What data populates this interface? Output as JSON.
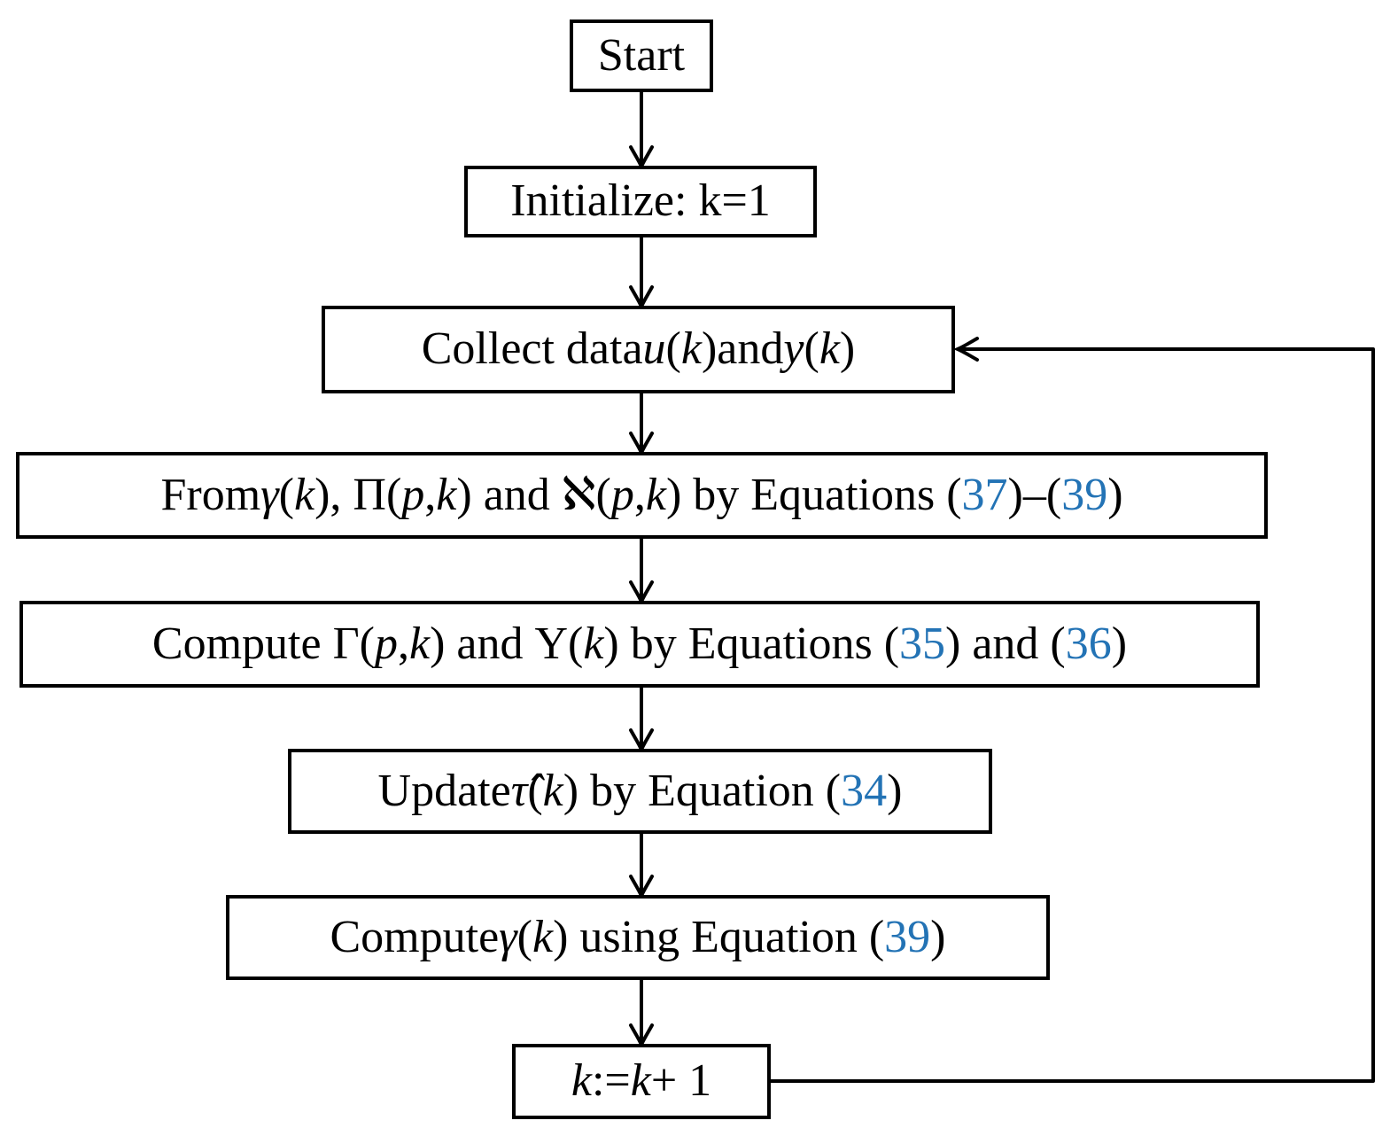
{
  "figure": {
    "type": "flowchart",
    "background": "#ffffff"
  },
  "colors": {
    "equation_link": "#2373b5",
    "line": "#000000",
    "box_border": "#000000",
    "box_fill": "#ffffff",
    "text": "#000000"
  },
  "nodes": {
    "start": {
      "label": "Start",
      "segments": [
        {
          "t": "Start",
          "s": "rm"
        }
      ]
    },
    "initialize": {
      "label": "Initialize: k=1",
      "segments": [
        {
          "t": "Initialize: k=1",
          "s": "rm"
        }
      ]
    },
    "collect": {
      "label": "Collect data u(k) and y(k)",
      "segments": [
        {
          "t": "Collect data ",
          "s": "rm"
        },
        {
          "t": "u",
          "s": "it"
        },
        {
          "t": "(",
          "s": "rm"
        },
        {
          "t": "k",
          "s": "it"
        },
        {
          "t": ")",
          "s": "rm"
        },
        {
          "t": " and ",
          "s": "rm"
        },
        {
          "t": "y",
          "s": "it"
        },
        {
          "t": "(",
          "s": "rm"
        },
        {
          "t": "k",
          "s": "it"
        },
        {
          "t": ")",
          "s": "rm"
        }
      ]
    },
    "from_eq": {
      "label": "From γ(k), Π(p,k) and ℵ(p,k) by Equations (37)–(39)",
      "segments": [
        {
          "t": "From ",
          "s": "rm"
        },
        {
          "t": "γ",
          "s": "it"
        },
        {
          "t": "(",
          "s": "rm"
        },
        {
          "t": "k",
          "s": "it"
        },
        {
          "t": "), Π(",
          "s": "rm"
        },
        {
          "t": "p",
          "s": "it"
        },
        {
          "t": ",",
          "s": "rm"
        },
        {
          "t": "k",
          "s": "it"
        },
        {
          "t": ") and ℵ(",
          "s": "rm"
        },
        {
          "t": "p",
          "s": "it"
        },
        {
          "t": ",",
          "s": "rm"
        },
        {
          "t": "k",
          "s": "it"
        },
        {
          "t": ") by Equations (",
          "s": "rm"
        },
        {
          "t": "37",
          "s": "blue"
        },
        {
          "t": ")–(",
          "s": "rm"
        },
        {
          "t": "39",
          "s": "blue"
        },
        {
          "t": ")",
          "s": "rm"
        }
      ]
    },
    "compute_gamma_upsilon": {
      "label": "Compute Γ(p,k) and Υ(k) by Equations (35) and (36)",
      "segments": [
        {
          "t": "Compute Γ(",
          "s": "rm"
        },
        {
          "t": "p",
          "s": "it"
        },
        {
          "t": ",",
          "s": "rm"
        },
        {
          "t": "k",
          "s": "it"
        },
        {
          "t": ") and Υ(",
          "s": "rm"
        },
        {
          "t": "k",
          "s": "it"
        },
        {
          "t": ") by Equations (",
          "s": "rm"
        },
        {
          "t": "35",
          "s": "blue"
        },
        {
          "t": ") and (",
          "s": "rm"
        },
        {
          "t": "36",
          "s": "blue"
        },
        {
          "t": ")",
          "s": "rm"
        }
      ]
    },
    "update_tau": {
      "label": "Update τ̂(k) by Equation (34)",
      "segments": [
        {
          "t": "Update ",
          "s": "rm"
        },
        {
          "t": "τ̂",
          "s": "it"
        },
        {
          "t": "(",
          "s": "rm"
        },
        {
          "t": "k",
          "s": "it"
        },
        {
          "t": ") by Equation (",
          "s": "rm"
        },
        {
          "t": "34",
          "s": "blue"
        },
        {
          "t": ")",
          "s": "rm"
        }
      ]
    },
    "compute_gamma": {
      "label": "Compute γ(k) using Equation (39)",
      "segments": [
        {
          "t": "Compute ",
          "s": "rm"
        },
        {
          "t": "γ",
          "s": "it"
        },
        {
          "t": "(",
          "s": "rm"
        },
        {
          "t": "k",
          "s": "it"
        },
        {
          "t": ") using Equation (",
          "s": "rm"
        },
        {
          "t": "39",
          "s": "blue"
        },
        {
          "t": ")",
          "s": "rm"
        }
      ]
    },
    "increment": {
      "label": "k := k + 1",
      "segments": [
        {
          "t": "k",
          "s": "it"
        },
        {
          "t": " := ",
          "s": "rm"
        },
        {
          "t": "k",
          "s": "it"
        },
        {
          "t": " + 1",
          "s": "rm"
        }
      ]
    }
  },
  "edges": [
    {
      "from": "start",
      "to": "initialize",
      "type": "arrow"
    },
    {
      "from": "initialize",
      "to": "collect",
      "type": "arrow"
    },
    {
      "from": "collect",
      "to": "from_eq",
      "type": "arrow"
    },
    {
      "from": "from_eq",
      "to": "compute_gamma_upsilon",
      "type": "arrow"
    },
    {
      "from": "compute_gamma_upsilon",
      "to": "update_tau",
      "type": "arrow"
    },
    {
      "from": "update_tau",
      "to": "compute_gamma",
      "type": "arrow"
    },
    {
      "from": "compute_gamma",
      "to": "increment",
      "type": "arrow"
    },
    {
      "from": "increment",
      "to": "collect",
      "type": "feedback-loop"
    }
  ]
}
